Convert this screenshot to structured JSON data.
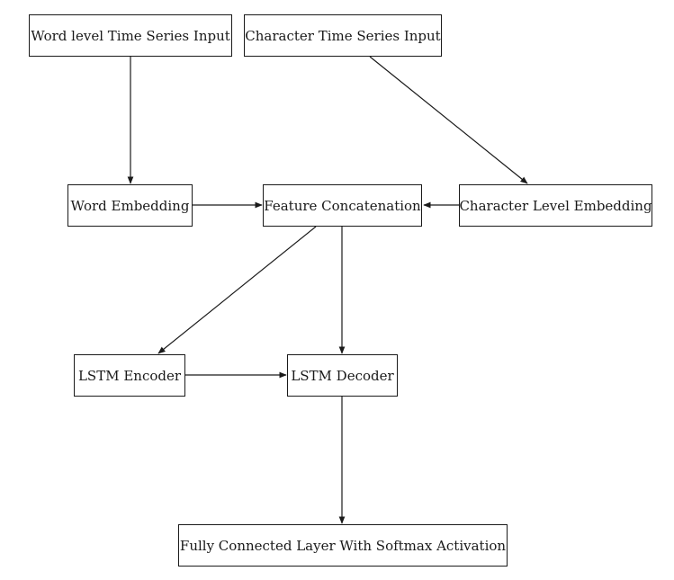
{
  "diagram": {
    "nodes": {
      "word_input": "Word level Time Series Input",
      "char_input": "Character Time Series Input",
      "word_embedding": "Word Embedding",
      "feature_concat": "Feature Concatenation",
      "char_embedding": "Character Level Embedding",
      "lstm_encoder": "LSTM Encoder",
      "lstm_decoder": "LSTM Decoder",
      "fc_layer": "Fully Connected Layer With Softmax Activation"
    },
    "edges": [
      {
        "from": "word_input",
        "to": "word_embedding"
      },
      {
        "from": "char_input",
        "to": "char_embedding"
      },
      {
        "from": "word_embedding",
        "to": "feature_concat"
      },
      {
        "from": "char_embedding",
        "to": "feature_concat"
      },
      {
        "from": "feature_concat",
        "to": "lstm_encoder"
      },
      {
        "from": "feature_concat",
        "to": "lstm_decoder"
      },
      {
        "from": "lstm_encoder",
        "to": "lstm_decoder"
      },
      {
        "from": "lstm_decoder",
        "to": "fc_layer"
      }
    ]
  }
}
